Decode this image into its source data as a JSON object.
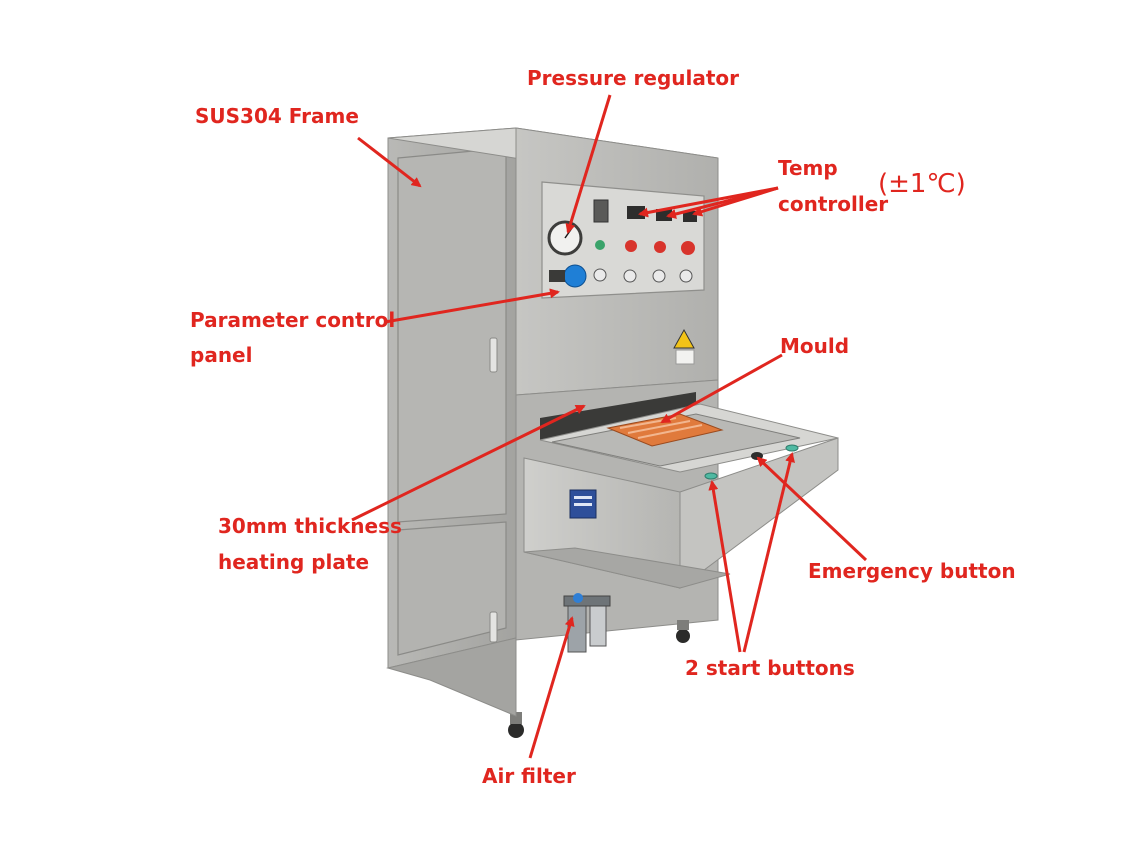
{
  "labels": {
    "frame": "SUS304 Frame",
    "pressure_regulator": "Pressure regulator",
    "temp_line1": "Temp",
    "temp_line2": "controller",
    "temp_accuracy": "(±1℃)",
    "panel_line1": "Parameter control",
    "panel_line2": "panel",
    "mould": "Mould",
    "plate_line1": "30mm thickness",
    "plate_line2": "heating plate",
    "emergency": "Emergency button",
    "start_buttons": "2 start buttons",
    "air_filter": "Air filter"
  },
  "colors": {
    "label": "#e0261f",
    "steel_light": "#c8c8c6",
    "steel_mid": "#a9a9a6",
    "steel_dark": "#7d7d7a",
    "button_red": "#d8342c",
    "button_green": "#3aa36a",
    "knob_blue": "#1f7fd6",
    "heater_orange": "#e07a3c"
  }
}
